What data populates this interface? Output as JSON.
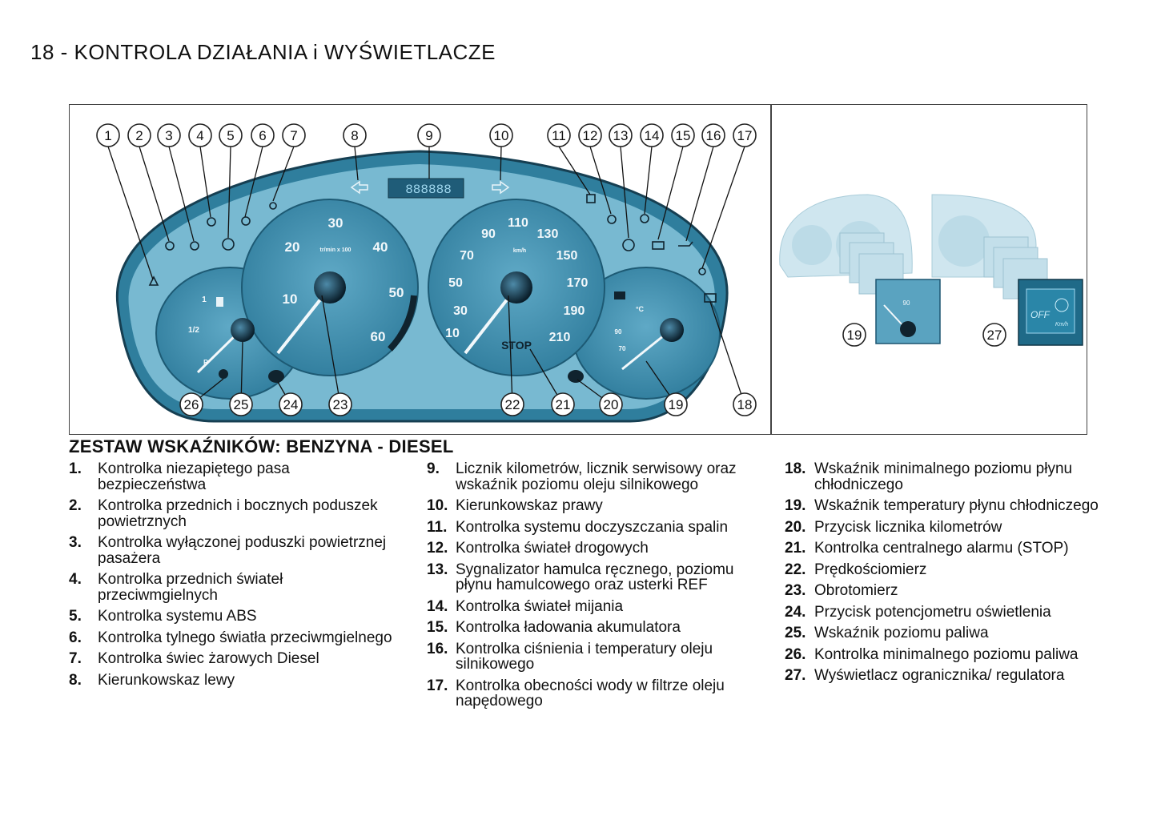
{
  "page": {
    "title": "18 - KONTROLA DZIAŁANIA i WYŚWIETLACZE"
  },
  "figure": {
    "callouts": [
      "1",
      "2",
      "3",
      "4",
      "5",
      "6",
      "7",
      "8",
      "9",
      "10",
      "11",
      "12",
      "13",
      "14",
      "15",
      "16",
      "17",
      "18",
      "19",
      "20",
      "21",
      "22",
      "23",
      "24",
      "25",
      "26"
    ],
    "side_callouts": [
      "19",
      "27"
    ],
    "tacho": {
      "ticks": [
        "10",
        "20",
        "30",
        "40",
        "50",
        "60"
      ],
      "unit": "tr/min x 100"
    },
    "speedo": {
      "ticks": [
        "10",
        "30",
        "50",
        "70",
        "90",
        "110",
        "130",
        "150",
        "170",
        "190",
        "210"
      ],
      "unit": "km/h"
    },
    "fuel": {
      "ticks": [
        "1",
        "1/2",
        "R"
      ]
    },
    "temp": {
      "ticks": [
        "90",
        "70"
      ],
      "unit": "°C"
    },
    "odometer": "888888",
    "stop_label": "STOP",
    "cruise_display": {
      "off": "OFF",
      "unit": "Km/h"
    },
    "side_temp_ticks": [
      "90"
    ]
  },
  "section_title": "ZESTAW WSKAŹNIKÓW: BENZYNA - DIESEL",
  "legend": {
    "col1": [
      {
        "num": "1.",
        "text": "Kontrolka niezapiętego pasa bezpieczeństwa"
      },
      {
        "num": "2.",
        "text": "Kontrolka przednich i bocznych poduszek powietrznych"
      },
      {
        "num": "3.",
        "text": "Kontrolka wyłączonej poduszki powietrznej pasażera"
      },
      {
        "num": "4.",
        "text": "Kontrolka przednich świateł przeciwmgielnych"
      },
      {
        "num": "5.",
        "text": "Kontrolka systemu ABS"
      },
      {
        "num": "6.",
        "text": "Kontrolka tylnego światła przeciwmgielnego"
      },
      {
        "num": "7.",
        "text": "Kontrolka świec żarowych Diesel"
      },
      {
        "num": "8.",
        "text": "Kierunkowskaz lewy"
      }
    ],
    "col2": [
      {
        "num": "9.",
        "text": "Licznik kilometrów, licznik serwisowy oraz wskaźnik poziomu oleju silnikowego"
      },
      {
        "num": "10.",
        "text": "Kierunkowskaz prawy"
      },
      {
        "num": "11.",
        "text": "Kontrolka systemu doczyszczania spalin"
      },
      {
        "num": "12.",
        "text": "Kontrolka świateł drogowych"
      },
      {
        "num": "13.",
        "text": "Sygnalizator hamulca ręcznego, poziomu płynu hamulcowego oraz usterki REF"
      },
      {
        "num": "14.",
        "text": "Kontrolka świateł mijania"
      },
      {
        "num": "15.",
        "text": "Kontrolka ładowania akumulatora"
      },
      {
        "num": "16.",
        "text": "Kontrolka ciśnienia i temperatury oleju silnikowego"
      },
      {
        "num": "17.",
        "text": "Kontrolka obecności wody w filtrze oleju napędowego"
      }
    ],
    "col3": [
      {
        "num": "18.",
        "text": "Wskaźnik minimalnego poziomu płynu chłodniczego"
      },
      {
        "num": "19.",
        "text": "Wskaźnik temperatury płynu chłodniczego"
      },
      {
        "num": "20.",
        "text": "Przycisk licznika kilometrów"
      },
      {
        "num": "21.",
        "text": "Kontrolka centralnego alarmu (STOP)"
      },
      {
        "num": "22.",
        "text": "Prędkościomierz"
      },
      {
        "num": "23.",
        "text": "Obrotomierz"
      },
      {
        "num": "24.",
        "text": "Przycisk potencjometru oświetlenia"
      },
      {
        "num": "25.",
        "text": "Wskaźnik poziomu paliwa"
      },
      {
        "num": "26.",
        "text": "Kontrolka minimalnego poziomu paliwa"
      },
      {
        "num": "27.",
        "text": "Wyświetlacz ogranicznika/ regulatora"
      }
    ]
  },
  "colors": {
    "panel": "#3f8faf",
    "panel_light": "#7cbcd4",
    "panel_edge": "#1c5570",
    "display": "#1f6a88"
  }
}
